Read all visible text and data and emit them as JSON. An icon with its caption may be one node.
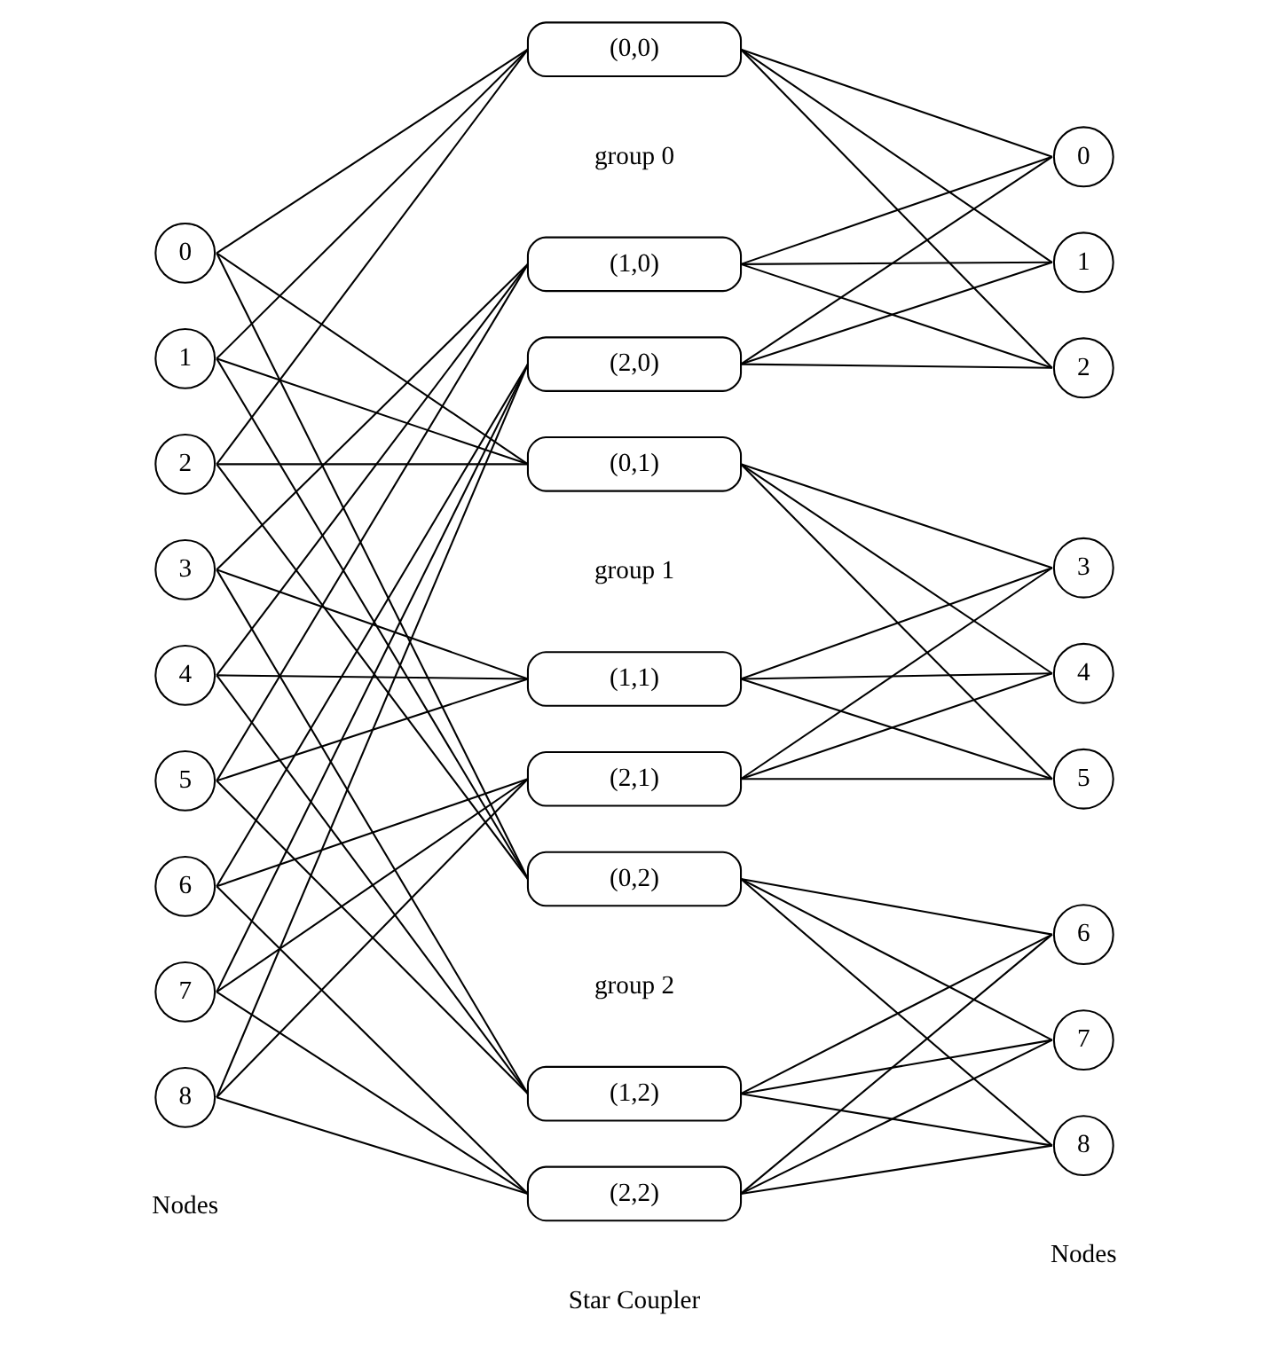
{
  "diagram": {
    "nodes": [
      {
        "text": [
          "0"
        ]
      },
      {
        "text": [
          "1"
        ]
      },
      {
        "text": [
          "2"
        ]
      },
      {
        "text": [
          "3"
        ]
      },
      {
        "text": [
          "4"
        ]
      },
      {
        "text": [
          "5"
        ]
      },
      {
        "text": [
          "6"
        ]
      },
      {
        "text": [
          "7"
        ]
      },
      {
        "text": [
          "8"
        ]
      },
      {
        "text": [
          "(0,0)"
        ]
      },
      {
        "text": [
          "(1,0)"
        ]
      },
      {
        "text": [
          "(2,0)"
        ]
      },
      {
        "text": [
          "(0,1)"
        ]
      },
      {
        "text": [
          "(1,1)"
        ]
      },
      {
        "text": [
          "(2,1)"
        ]
      },
      {
        "text": [
          "(0,2)"
        ]
      },
      {
        "text": [
          "(1,2)"
        ]
      },
      {
        "text": [
          "(2,2)"
        ]
      },
      {
        "text": [
          "0"
        ]
      },
      {
        "text": [
          "1"
        ]
      },
      {
        "text": [
          "2"
        ]
      },
      {
        "text": [
          "3"
        ]
      },
      {
        "text": [
          "4"
        ]
      },
      {
        "text": [
          "5"
        ]
      },
      {
        "text": [
          "6"
        ]
      },
      {
        "text": [
          "7"
        ]
      },
      {
        "text": [
          "8"
        ]
      }
    ],
    "edges": [
      {
        "from": 0,
        "to": 9,
        "arrow": "none"
      },
      {
        "from": 0,
        "to": 12,
        "arrow": "none"
      },
      {
        "from": 0,
        "to": 15,
        "arrow": "none"
      },
      {
        "from": 1,
        "to": 9,
        "arrow": "none"
      },
      {
        "from": 1,
        "to": 12,
        "arrow": "none"
      },
      {
        "from": 1,
        "to": 15,
        "arrow": "none"
      },
      {
        "from": 2,
        "to": 9,
        "arrow": "none"
      },
      {
        "from": 2,
        "to": 12,
        "arrow": "none"
      },
      {
        "from": 2,
        "to": 15,
        "arrow": "none"
      },
      {
        "from": 3,
        "to": 10,
        "arrow": "none"
      },
      {
        "from": 3,
        "to": 13,
        "arrow": "none"
      },
      {
        "from": 3,
        "to": 16,
        "arrow": "none"
      },
      {
        "from": 4,
        "to": 10,
        "arrow": "none"
      },
      {
        "from": 4,
        "to": 13,
        "arrow": "none"
      },
      {
        "from": 4,
        "to": 16,
        "arrow": "none"
      },
      {
        "from": 5,
        "to": 10,
        "arrow": "none"
      },
      {
        "from": 5,
        "to": 13,
        "arrow": "none"
      },
      {
        "from": 5,
        "to": 16,
        "arrow": "none"
      },
      {
        "from": 6,
        "to": 11,
        "arrow": "none"
      },
      {
        "from": 6,
        "to": 14,
        "arrow": "none"
      },
      {
        "from": 6,
        "to": 17,
        "arrow": "none"
      },
      {
        "from": 7,
        "to": 11,
        "arrow": "none"
      },
      {
        "from": 7,
        "to": 14,
        "arrow": "none"
      },
      {
        "from": 7,
        "to": 17,
        "arrow": "none"
      },
      {
        "from": 8,
        "to": 11,
        "arrow": "none"
      },
      {
        "from": 8,
        "to": 14,
        "arrow": "none"
      },
      {
        "from": 8,
        "to": 17,
        "arrow": "none"
      },
      {
        "from": 9,
        "to": 18,
        "arrow": "none"
      },
      {
        "from": 9,
        "to": 19,
        "arrow": "none"
      },
      {
        "from": 9,
        "to": 20,
        "arrow": "none"
      },
      {
        "from": 10,
        "to": 18,
        "arrow": "none"
      },
      {
        "from": 10,
        "to": 19,
        "arrow": "none"
      },
      {
        "from": 10,
        "to": 20,
        "arrow": "none"
      },
      {
        "from": 11,
        "to": 18,
        "arrow": "none"
      },
      {
        "from": 11,
        "to": 19,
        "arrow": "none"
      },
      {
        "from": 11,
        "to": 20,
        "arrow": "none"
      },
      {
        "from": 12,
        "to": 21,
        "arrow": "none"
      },
      {
        "from": 12,
        "to": 22,
        "arrow": "none"
      },
      {
        "from": 12,
        "to": 23,
        "arrow": "none"
      },
      {
        "from": 13,
        "to": 21,
        "arrow": "none"
      },
      {
        "from": 13,
        "to": 22,
        "arrow": "none"
      },
      {
        "from": 13,
        "to": 23,
        "arrow": "none"
      },
      {
        "from": 14,
        "to": 21,
        "arrow": "none"
      },
      {
        "from": 14,
        "to": 22,
        "arrow": "none"
      },
      {
        "from": 14,
        "to": 23,
        "arrow": "none"
      },
      {
        "from": 15,
        "to": 24,
        "arrow": "none"
      },
      {
        "from": 15,
        "to": 25,
        "arrow": "none"
      },
      {
        "from": 15,
        "to": 26,
        "arrow": "none"
      },
      {
        "from": 16,
        "to": 24,
        "arrow": "none"
      },
      {
        "from": 16,
        "to": 25,
        "arrow": "none"
      },
      {
        "from": 16,
        "to": 26,
        "arrow": "none"
      },
      {
        "from": 17,
        "to": 24,
        "arrow": "none"
      },
      {
        "from": 17,
        "to": 25,
        "arrow": "none"
      },
      {
        "from": 17,
        "to": 26,
        "arrow": "none"
      }
    ],
    "labels": [
      "group 0",
      "group 1",
      "group 2",
      "Nodes",
      "Star Coupler",
      "Nodes"
    ]
  }
}
